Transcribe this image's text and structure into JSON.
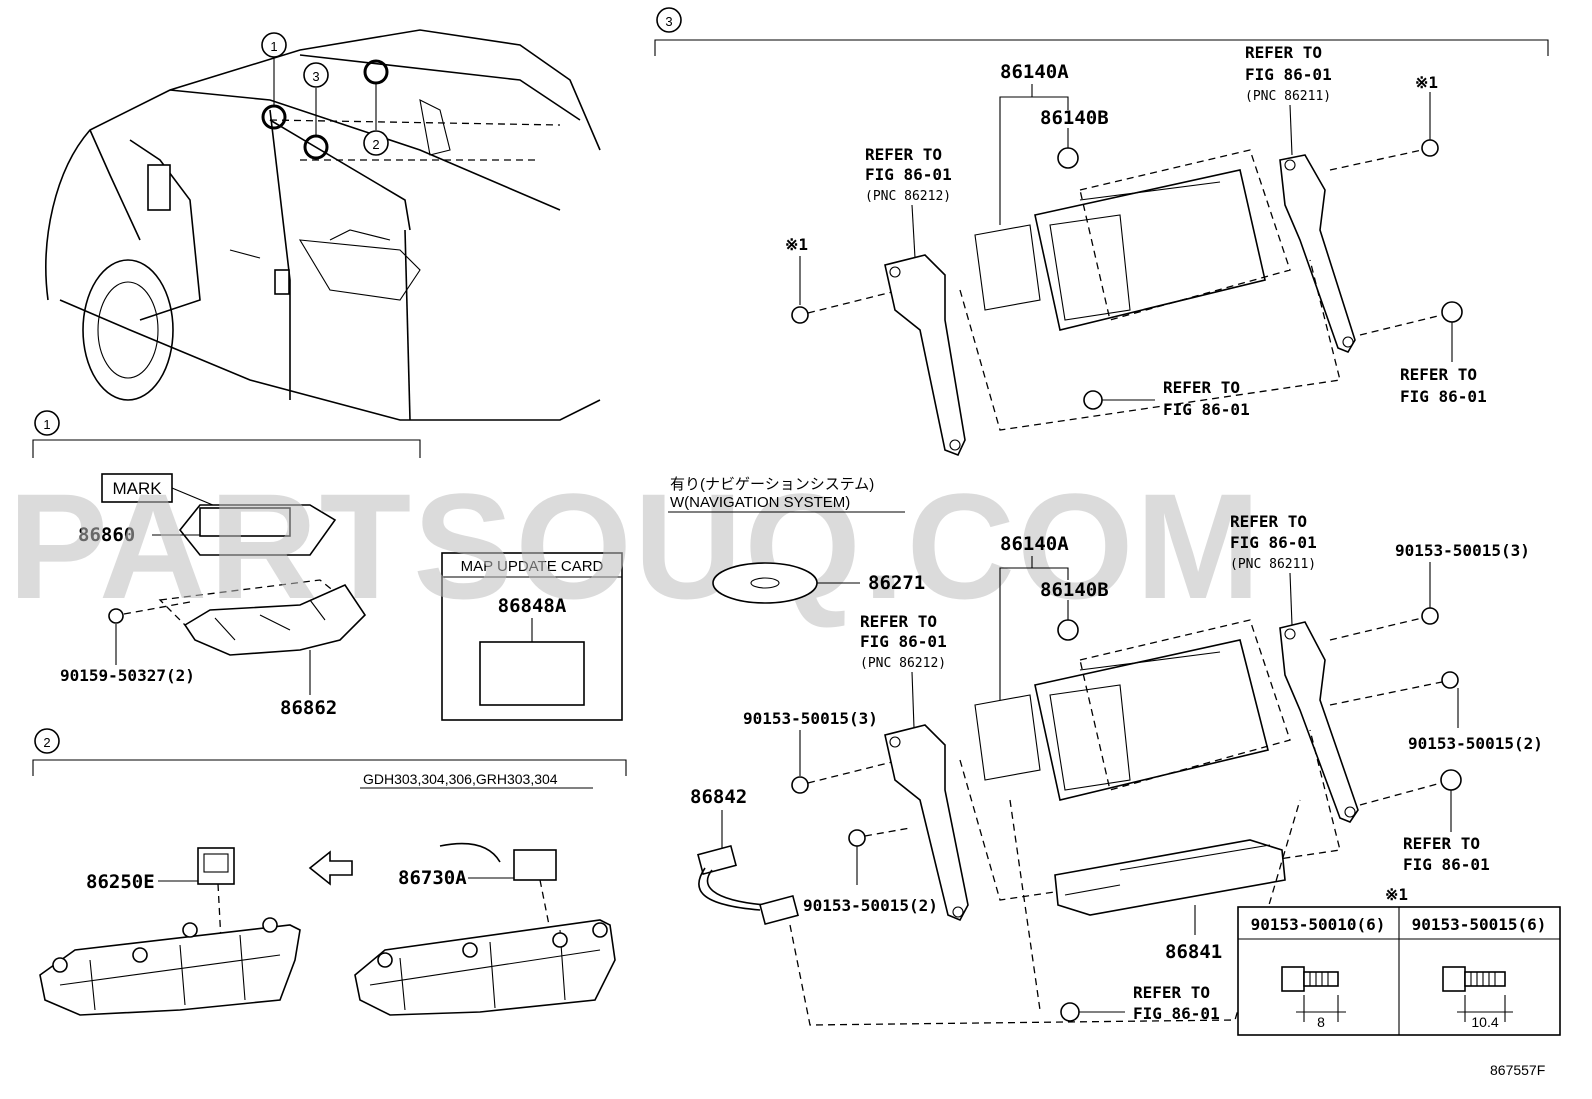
{
  "sections": {
    "s1": "1",
    "s2": "2",
    "s3": "3"
  },
  "vehicle": {
    "marker_1": "1",
    "marker_2": "2",
    "marker_3": "3"
  },
  "section1": {
    "mark_label": "MARK",
    "part_86860": "86860",
    "part_86862": "86862",
    "bolt": "90159-50327(2)",
    "map_card_title": "MAP UPDATE CARD",
    "map_card_part": "86848A"
  },
  "section2": {
    "model_note": "GDH303,304,306,GRH303,304",
    "part_86250E": "86250E",
    "part_86730A": "86730A"
  },
  "section3_top": {
    "p86140A": "86140A",
    "p86140B": "86140B",
    "refer_left": [
      "REFER TO",
      "FIG 86-01",
      "(PNC 86212)"
    ],
    "refer_right": [
      "REFER TO",
      "FIG 86-01",
      "(PNC 86211)"
    ],
    "note_left": "※1",
    "note_right": "※1",
    "refer_bottom": [
      "REFER TO",
      "FIG 86-01"
    ],
    "refer_bottom_right": [
      "REFER TO",
      "FIG 86-01"
    ]
  },
  "section3_bottom": {
    "nav_jp": "有り(ナビゲーションシステム)",
    "nav_en": "W(NAVIGATION SYSTEM)",
    "p86271": "86271",
    "p86140A": "86140A",
    "p86140B": "86140B",
    "refer_left": [
      "REFER TO",
      "FIG 86-01",
      "(PNC 86212)"
    ],
    "refer_right": [
      "REFER TO",
      "FIG 86-01",
      "(PNC 86211)"
    ],
    "bolt_left": "90153-50015(3)",
    "bolt_right_top": "90153-50015(3)",
    "bolt_right_mid": "90153-50015(2)",
    "bolt_center": "90153-50015(2)",
    "p86842": "86842",
    "p86841": "86841",
    "refer_bottom": [
      "REFER TO",
      "FIG 86-01"
    ],
    "refer_bottom_right": [
      "REFER TO",
      "FIG 86-01"
    ]
  },
  "bolt_table": {
    "note": "※1",
    "col1_header": "90153-50010(6)",
    "col2_header": "90153-50015(6)",
    "col1_dim": "8",
    "col2_dim": "10.4"
  },
  "watermark": "PARTSOUQ.COM",
  "figure_id": "867557F"
}
